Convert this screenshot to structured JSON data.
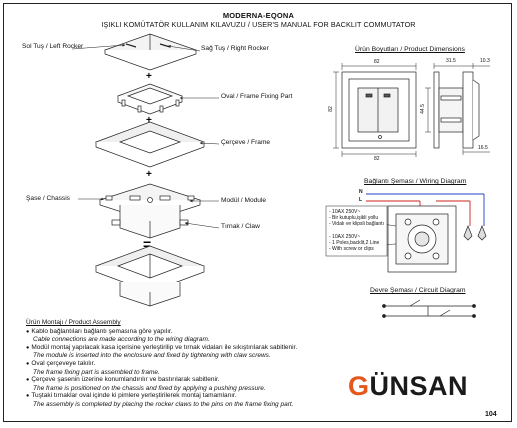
{
  "header": {
    "line1": "MODERNA-EQONA",
    "line2": "IŞIKLI KOMÜTATÖR KULLANIM KILAVUZU / USER'S MANUAL FOR BACKLIT COMMUTATOR"
  },
  "parts": {
    "left_rocker": "Sol Tuş / Left Rocker",
    "right_rocker": "Sağ Tuş / Right Rocker",
    "oval_frame": "Oval / Frame Fixing Part",
    "frame": "Çerçeve / Frame",
    "chassis": "Şase / Chassis",
    "module": "Modül / Module",
    "claw": "Tırnak / Claw"
  },
  "dimensions": {
    "title": "Ürün Boyutları / Product Dimensions",
    "w82_top": "82",
    "w82_side": "82",
    "w82_bottom": "82",
    "d31_5": "31.5",
    "d10_3": "10.3",
    "d44_5": "44.5",
    "d16_5": "16.5"
  },
  "wiring": {
    "title": "Bağlantı Şeması / Wiring Diagram",
    "N": "N",
    "L": "L",
    "spec1": [
      "- 10AX 250V~",
      "- Bir kutuplu,işikli yollu",
      "- Vidalı ve klipsli bağlantı"
    ],
    "spec2": [
      "- 10AX 250V~",
      "- 1 Poles,backlit,2 Line",
      "- With screw or clips"
    ]
  },
  "circuit": {
    "title": "Devre Şeması / Circuit Diagram"
  },
  "assembly": {
    "title": "Ürün Montajı / Product Assembly",
    "steps": [
      {
        "tr": "Kablo bağlantıları bağlantı şemasına göre yapılır.",
        "en": "Cable connections are made according to the wiring diagram."
      },
      {
        "tr": "Modül montaj yapılacak kasa içerisine yerleştirilip ve tırnak vidaları ile sıkıştırılarak sabitlenir.",
        "en": "The module is inserted into the enclosure and fixed by tightening with claw screws."
      },
      {
        "tr": "Oval çerçeveye takılır.",
        "en": "The frame fixing part is assembled to frame."
      },
      {
        "tr": "Çerçeve şasenin üzerine konumlandırılır ve bastırılarak sabitlenir.",
        "en": "The frame is positioned on the chassis and fixed by applying a pushing pressure."
      },
      {
        "tr": "Tuştaki tırnaklar oval içinde ki pimlere yerleştirilerek montaj tamamlanır.",
        "en": "The assembly is completed by placing the rocker claws to the pins on the frame fixing part."
      }
    ]
  },
  "brand": {
    "logo_g": "G",
    "logo_rest": "ÜNSAN"
  },
  "page_number": "104",
  "colors": {
    "wire_L": "#cc2020",
    "wire_N": "#2040c0",
    "logo_accent": "#e4571d"
  }
}
